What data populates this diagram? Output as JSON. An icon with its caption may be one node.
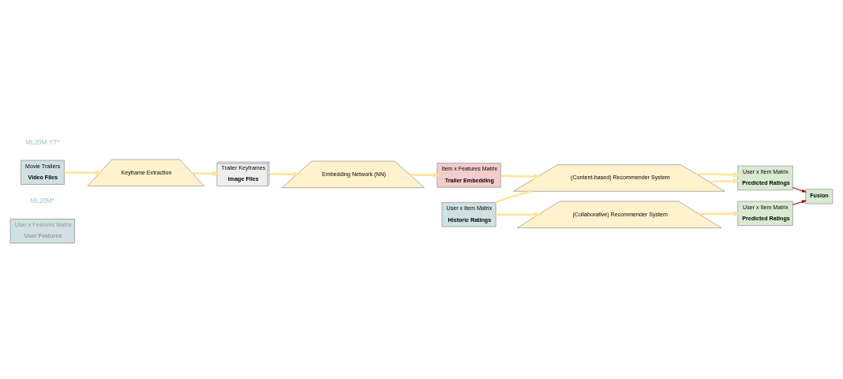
{
  "diagram": {
    "nodes": [
      {
        "text": [
          "User x Features Matrix",
          "User Features"
        ]
      },
      {
        "text": [
          "User x Item Matrix",
          "Historic Ratings"
        ]
      },
      {
        "text": [
          "(Collaborative) Recommender System"
        ]
      },
      {
        "text": [
          "User x Item Matrix",
          "Predicted Ratings"
        ]
      },
      {
        "text": [
          "Fusion"
        ]
      },
      {
        "text": [
          "Movie Trailers",
          "Video Files"
        ],
        "beside": [
          "ML20M-YT*"
        ]
      },
      {
        "text": [
          "Keyframe Extraction"
        ]
      },
      {
        "text": [
          "Trailer Keyframes",
          "Image Files"
        ]
      },
      {
        "text": [
          "Embedding Network (NN)"
        ]
      },
      {
        "text": [
          "Item x Features Matrix",
          "Trailer Embedding"
        ]
      },
      {
        "text": [
          "(Content-based) Recommender System"
        ]
      },
      {
        "text": [
          "User x Item Matrix",
          "Predicted Ratings"
        ]
      }
    ],
    "edges": [
      {
        "from": 1,
        "to": 2,
        "arrow": "to"
      },
      {
        "from": 2,
        "to": 3,
        "arrow": "to"
      },
      {
        "from": 3,
        "to": 4,
        "arrow": "to",
        "color": "#990000"
      },
      {
        "from": 11,
        "to": 4,
        "arrow": "to",
        "color": "#990000"
      },
      {
        "from": 5,
        "to": 6,
        "arrow": "to"
      },
      {
        "from": 6,
        "to": 7,
        "arrow": "to"
      },
      {
        "from": 7,
        "to": 8,
        "arrow": "to"
      },
      {
        "from": 8,
        "to": 9,
        "arrow": "to"
      },
      {
        "from": 9,
        "to": 10,
        "arrow": "to"
      },
      {
        "from": 1,
        "to": 10,
        "arrow": "none"
      },
      {
        "from": 10,
        "to": 11,
        "arrow": "to"
      },
      {
        "from": 10,
        "to": 11,
        "arrow": "to"
      }
    ],
    "labels": [
      "ML20M*"
    ]
  }
}
